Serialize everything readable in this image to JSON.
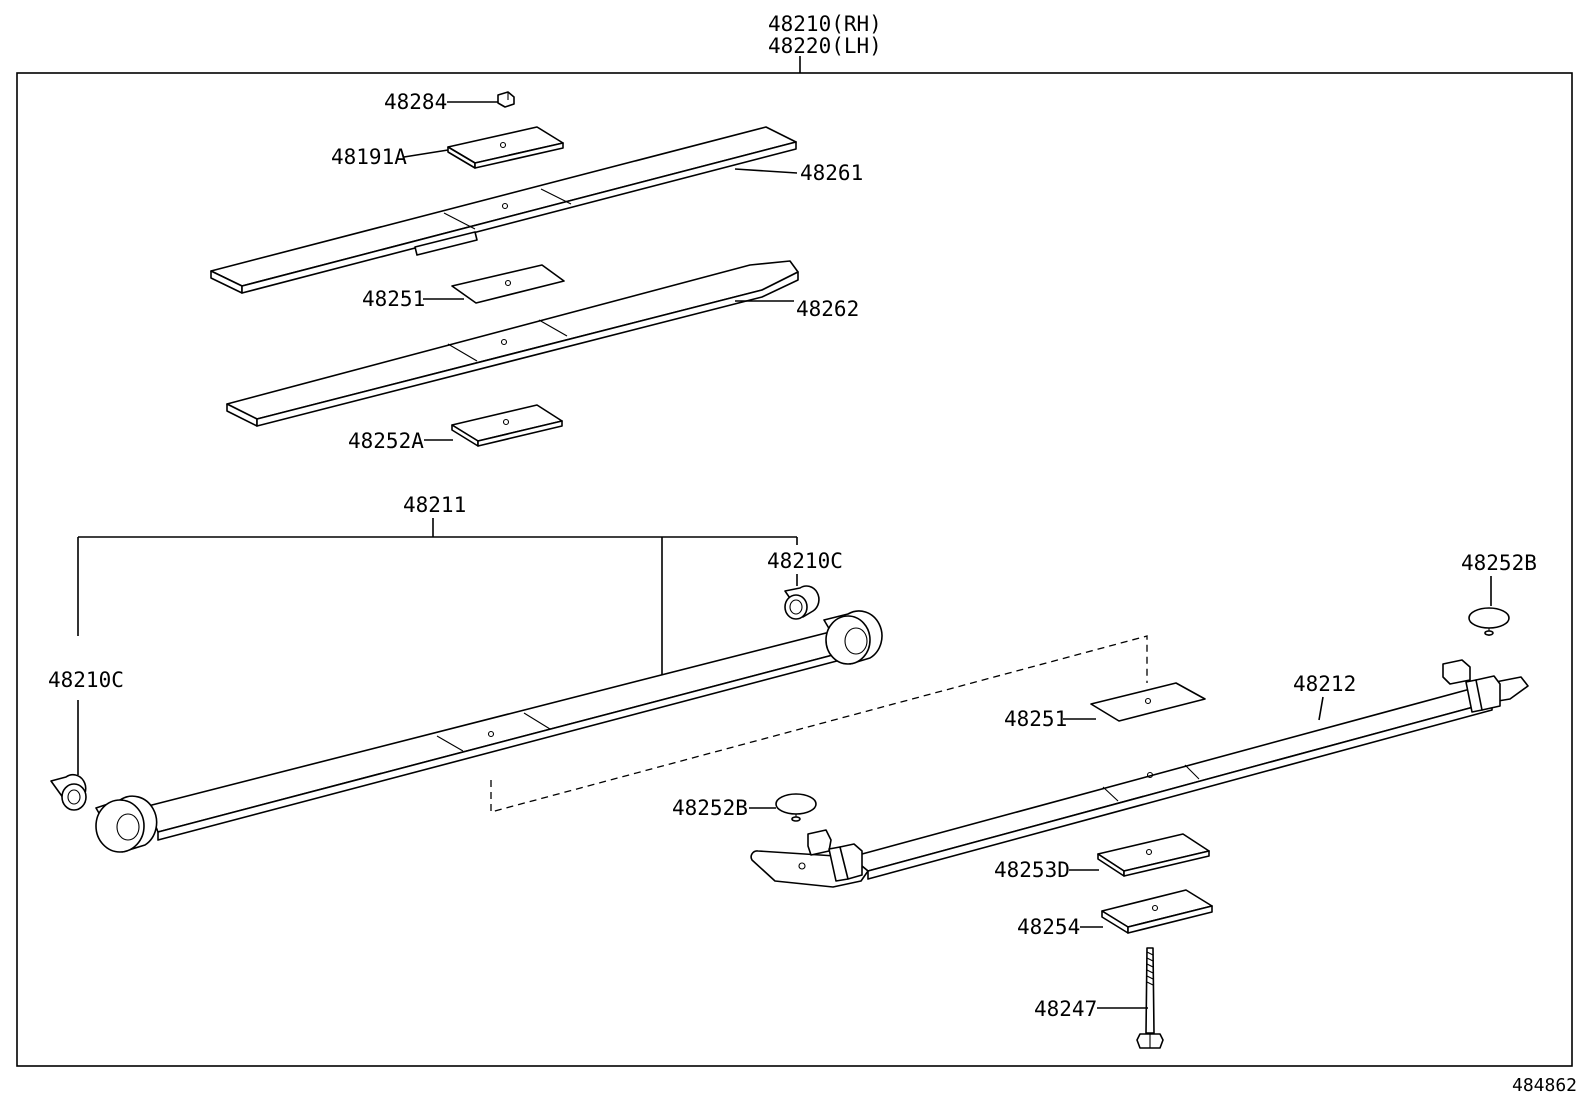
{
  "assembly": {
    "rh": "48210(RH)",
    "lh": "48220(LH)"
  },
  "callouts": {
    "c48284": "48284",
    "c48191A": "48191A",
    "c48261": "48261",
    "c48251_top": "48251",
    "c48262": "48262",
    "c48252A": "48252A",
    "c48211": "48211",
    "c48210C_left": "48210C",
    "c48210C_right": "48210C",
    "c48252B_right": "48252B",
    "c48212": "48212",
    "c48251_low": "48251",
    "c48252B_mid": "48252B",
    "c48253D": "48253D",
    "c48254": "48254",
    "c48247": "48247"
  },
  "figure_id": "484862"
}
